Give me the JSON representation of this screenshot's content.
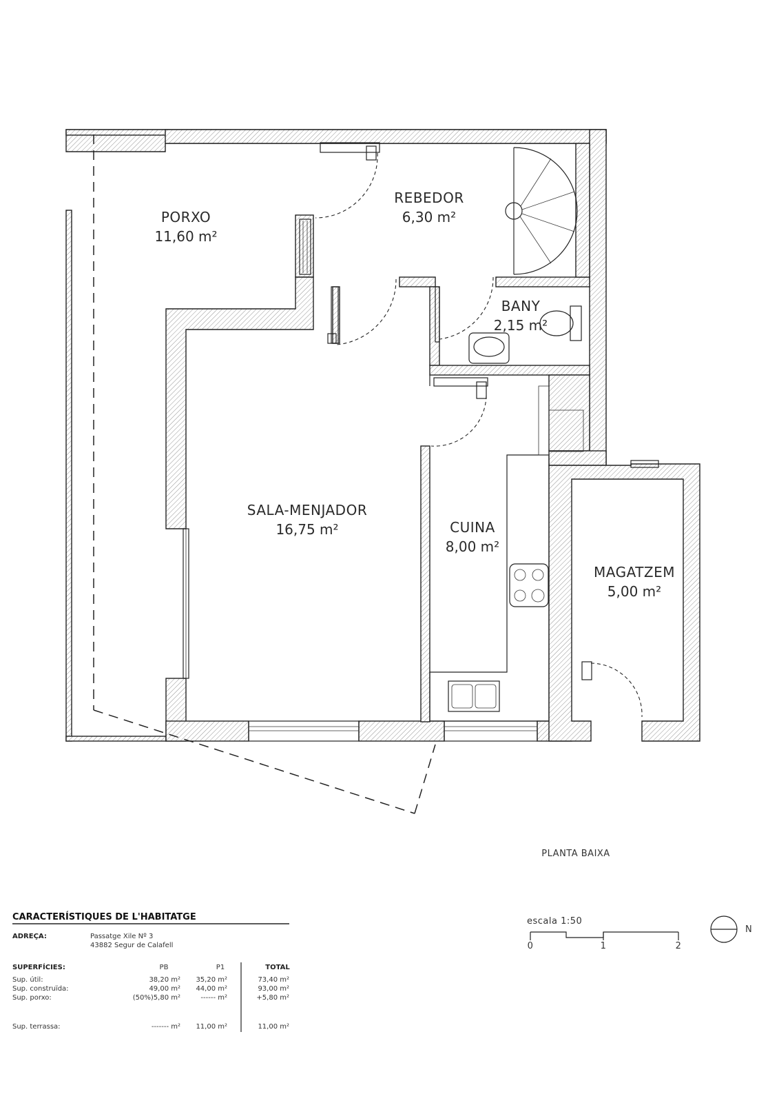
{
  "rooms": [
    {
      "name": "PORXO",
      "area": "11,60 m²"
    },
    {
      "name": "REBEDOR",
      "area": "6,30 m²"
    },
    {
      "name": "BANY",
      "area": "2,15 m²"
    },
    {
      "name": "SALA-MENJADOR",
      "area": "16,75 m²"
    },
    {
      "name": "CUINA",
      "area": "8,00 m²"
    },
    {
      "name": "MAGATZEM",
      "area": "5,00 m²"
    }
  ],
  "plan_title": "PLANTA BAIXA",
  "scale": {
    "label": "escala 1:50",
    "ticks": [
      "0",
      "1",
      "2"
    ]
  },
  "north": {
    "label": "N"
  },
  "info": {
    "title": "CARACTERÍSTIQUES DE L'HABITATGE",
    "address_label": "ADREÇA:",
    "address_line1": "Passatge Xile Nº 3",
    "address_line2": "43882  Segur de Calafell",
    "surfaces_label": "SUPERFÍCIES:",
    "columns": [
      "PB",
      "P1",
      "TOTAL"
    ],
    "rows": [
      {
        "label": "Sup. útil:",
        "pb": "38,20 m²",
        "p1": "35,20 m²",
        "total": "73,40 m²"
      },
      {
        "label": "Sup. construïda:",
        "pb": "49,00 m²",
        "p1": "44,00 m²",
        "total": "93,00 m²"
      },
      {
        "label": "Sup. porxo:",
        "pb": "(50%)5,80 m²",
        "p1": "------ m²",
        "total": "+5,80 m²"
      },
      {
        "label": "Sup. terrassa:",
        "pb": "------- m²",
        "p1": "11,00 m²",
        "total": "11,00 m²"
      }
    ]
  },
  "colors": {
    "line": "#222222",
    "hatch": "#888888",
    "text": "#2a2a2a"
  },
  "icons": [
    "spiral-stair-icon",
    "toilet-icon",
    "washbasin-icon",
    "hob-icon",
    "sink-icon",
    "north-arrow-icon"
  ]
}
